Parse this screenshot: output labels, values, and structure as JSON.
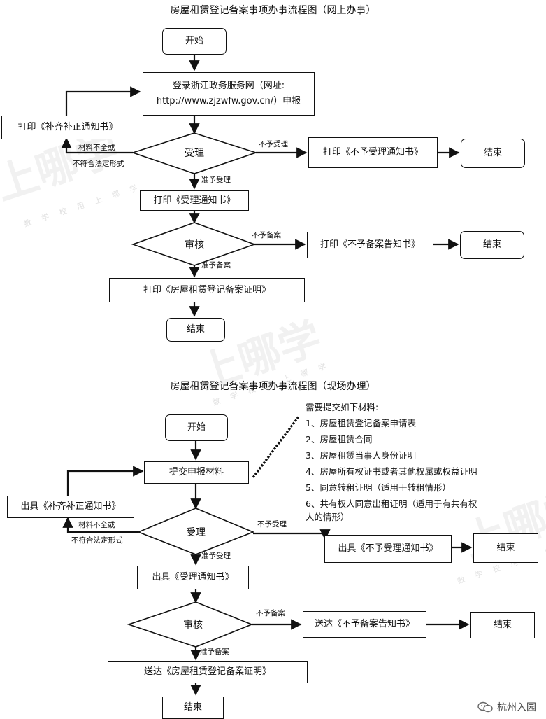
{
  "watermark": {
    "text": "上哪学",
    "sub": "数 学 校 用 上 哪 学"
  },
  "brand": {
    "text": "杭州入园",
    "icon": "wechat-icon"
  },
  "online": {
    "title": "房屋租赁登记备案事项办事流程图（网上办事）",
    "start": "开始",
    "login_line1": "登录浙江政务服务网（网址:",
    "login_line2": "http://www.zjzwfw.gov.cn/）申报",
    "print_supplement": "打印《补齐补正通知书》",
    "accept": "受理",
    "not_accept_label": "不予受理",
    "print_not_accept": "打印《不予受理通知书》",
    "end1": "结束",
    "incomplete_line1": "材料不全或",
    "incomplete_line2": "不符合法定形式",
    "accepted_label": "准予受理",
    "print_accept": "打印《受理通知书》",
    "review": "审核",
    "not_record_label": "不予备案",
    "print_not_record": "打印《不予备案告知书》",
    "end2": "结束",
    "record_label": "准予备案",
    "print_certificate": "打印《房屋租赁登记备案证明》",
    "end3": "结束"
  },
  "onsite": {
    "title": "房屋租赁登记备案事项办事流程图（现场办理）",
    "start": "开始",
    "submit": "提交申报材料",
    "materials_heading": "需要提交如下材料:",
    "materials": [
      "1、房屋租赁登记备案申请表",
      "2、房屋租赁合同",
      "3、房屋租赁当事人身份证明",
      "4、房屋所有权证书或者其他权属或权益证明",
      "5、同意转租证明（适用于转租情形）",
      "6、共有权人同意出租证明（适用于有共有权",
      "人的情形）"
    ],
    "issue_supplement": "出具《补齐补正通知书》",
    "accept": "受理",
    "incomplete_line1": "材料不全或",
    "incomplete_line2": "不符合法定形式",
    "not_accept_label": "不予受理",
    "issue_not_accept": "出具《不予受理通知书》",
    "end1": "结束",
    "accepted_label": "准予受理",
    "issue_accept": "出具《受理通知书》",
    "review": "审核",
    "not_record_label": "不予备案",
    "send_not_record": "送达《不予备案告知书》",
    "end2": "结束",
    "record_label": "准予备案",
    "send_certificate": "送达《房屋租赁登记备案证明》",
    "end3": "结束"
  }
}
